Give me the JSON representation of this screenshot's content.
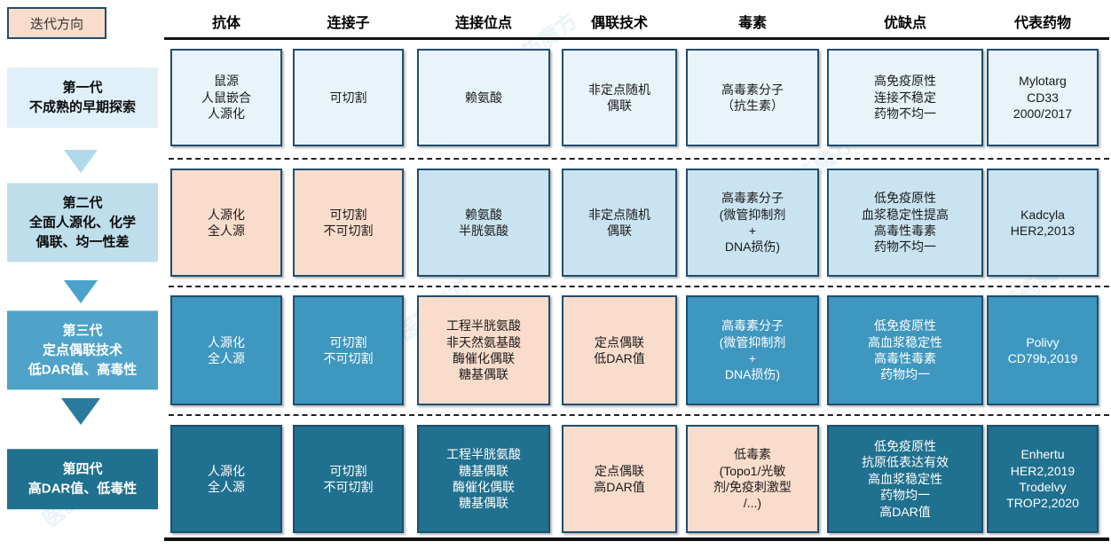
{
  "legend": {
    "label": "迭代方向"
  },
  "columns": [
    "抗体",
    "连接子",
    "连接位点",
    "偶联技术",
    "毒素",
    "优缺点",
    "代表药物"
  ],
  "generations": [
    {
      "label": "第一代\n不成熟的早期探索",
      "cells": [
        "鼠源\n人鼠嵌合\n人源化",
        "可切割",
        "赖氨酸",
        "非定点随机\n偶联",
        "高毒素分子\n（抗生素）",
        "高免疫原性\n连接不稳定\n药物不均一",
        "Mylotarg\nCD33\n2000/2017"
      ]
    },
    {
      "label": "第二代\n全面人源化、化学\n偶联、均一性差",
      "cells": [
        "人源化\n全人源",
        "可切割\n不可切割",
        "赖氨酸\n半胱氨酸",
        "非定点随机\n偶联",
        "高毒素分子\n(微管抑制剂\n+\nDNA损伤)",
        "低免疫原性\n血浆稳定性提高\n高毒性毒素\n药物不均一",
        "Kadcyla\nHER2,2013"
      ]
    },
    {
      "label": "第三代\n定点偶联技术\n低DAR值、高毒性",
      "cells": [
        "人源化\n全人源",
        "可切割\n不可切割",
        "工程半胱氨酸\n非天然氨基酸\n酶催化偶联\n糖基偶联",
        "定点偶联\n低DAR值",
        "高毒素分子\n(微管抑制剂\n+\nDNA损伤)",
        "低免疫原性\n高血浆稳定性\n高毒性毒素\n药物均一",
        "Polivy\nCD79b,2019"
      ]
    },
    {
      "label": "第四代\n高DAR值、低毒性",
      "cells": [
        "人源化\n全人源",
        "可切割\n不可切割",
        "工程半胱氨酸\n糖基偶联\n酶催化偶联\n糖基偶联",
        "定点偶联\n高DAR值",
        "低毒素\n(Topo1/光敏\n剂/免疫刺激型\n/...)",
        "低免疫原性\n抗原低表达有效\n高血浆稳定性\n药物均一\n高DAR值",
        "Enhertu\nHER2,2019\nTrodelvy\nTROP2,2020"
      ]
    }
  ],
  "watermark": "医药魔方",
  "colors": {
    "highlight_pink": "#F9DCCB",
    "gen1_blue": "#E8F4FA",
    "gen2_blue": "#C9E3F0",
    "gen3_blue": "#3E97BF",
    "gen4_teal": "#20708F",
    "cell_border": "#1F4E6E",
    "arrow1": "#AFD8EB",
    "arrow2": "#4BA3CB",
    "arrow3": "#2A7A9B"
  }
}
